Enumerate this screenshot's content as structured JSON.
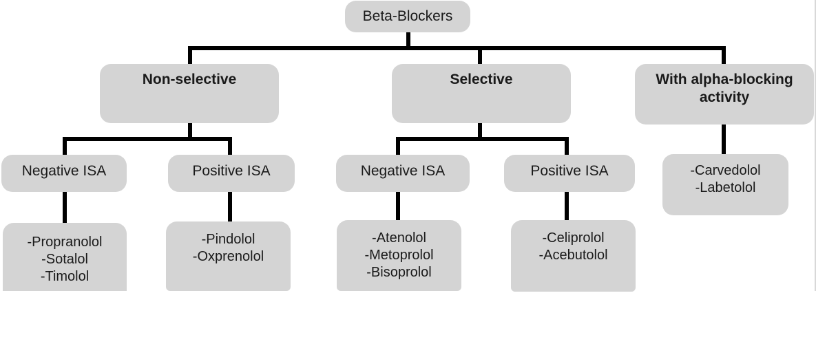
{
  "root": {
    "label": "Beta-Blockers"
  },
  "categories": [
    {
      "label": "Non-selective"
    },
    {
      "label": "Selective"
    },
    {
      "label_lines": [
        "With alpha-blocking",
        "activity"
      ]
    }
  ],
  "non_selective": {
    "negative_isa": {
      "label": "Negative ISA",
      "drugs": [
        "-Propranolol",
        "-Sotalol",
        "-Timolol"
      ]
    },
    "positive_isa": {
      "label": "Positive ISA",
      "drugs": [
        "-Pindolol",
        "-Oxprenolol"
      ]
    }
  },
  "selective": {
    "negative_isa": {
      "label": "Negative ISA",
      "drugs": [
        "-Atenolol",
        "-Metoprolol",
        "-Bisoprolol"
      ]
    },
    "positive_isa": {
      "label": "Positive ISA",
      "drugs": [
        "-Celiprolol",
        "-Acebutolol"
      ]
    }
  },
  "alpha_blocking": {
    "drugs": [
      "-Carvedolol",
      "-Labetolol"
    ]
  }
}
